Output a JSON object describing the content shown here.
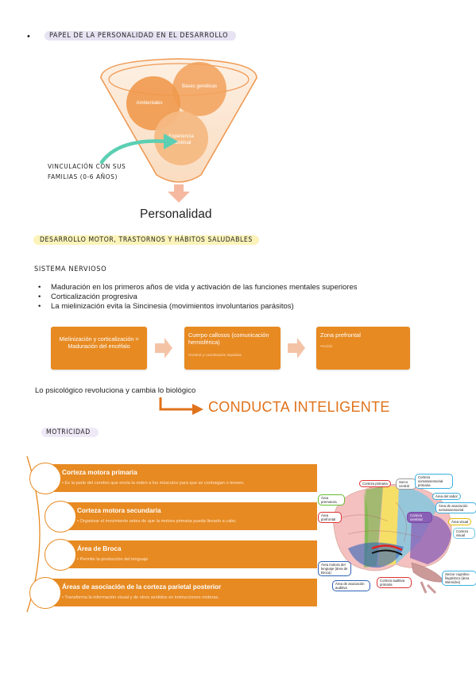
{
  "section1": {
    "bullet": "•",
    "title": "PAPEL DE LA PERSONALIDAD EN EL DESARROLLO",
    "funnel": {
      "circle_ambientales": "Ambientales",
      "circle_bases": "Bases genéticas",
      "circle_experiencia": "Experiencia individual",
      "result": "Personalidad"
    },
    "note": "VINCULACIÓN CON SUS FAMILIAS (0-6 AÑOS)"
  },
  "section2": {
    "title": "DESARROLLO MOTOR, TRASTORNOS Y HÁBITOS SALUDABLES",
    "subtitle": "SISTEMA NERVIOSO",
    "bullets": [
      "Maduración en los primeros años de vida y activación de las funciones mentales superiores",
      "Corticalización progresiva",
      "La mielinización evita la Sincinesia (movimientos involuntarios parásitos)"
    ],
    "process": {
      "box1": "Mielinización y corticalización = Maduración del encéfalo",
      "box2_title": "Cuerpo callosos (comunicación hemisférica)",
      "box2_sub": "•Control y coordinación impulsos",
      "box3_title": "Zona prefrontal",
      "box3_sub": "•Acción"
    },
    "quote": "Lo psicológico revoluciona y cambia lo biológico",
    "conclusion": "CONDUCTA INTELIGENTE"
  },
  "section3": {
    "title": "MOTRICIDAD",
    "rows": [
      {
        "title": "Corteza motora primaria",
        "sub": "• Es la parte del cerebro que envía la orden a los músculos para que se contraigan o tensen."
      },
      {
        "title": "Corteza motora secundaria",
        "sub": "• Organizar el movimiento antes de que la motora primaria pueda llevarlo a cabo."
      },
      {
        "title": "Área de Broca",
        "sub": "• Permite la producción del lenguaje"
      },
      {
        "title": "Áreas de asociación de la corteza parietal posterior",
        "sub": "• Transforma la información visual y de otros sentidos en instrucciones motoras."
      }
    ],
    "brain_labels": {
      "corteza_primaria": "Corteza primaria",
      "surco_central": "Surco central",
      "corteza_somatosensorial": "Corteza somatosensorial primaria",
      "area_premotora": "Área premotora",
      "area_prefrontal": "Área prefrontal",
      "area_sabor": "Área del sabor",
      "area_asociacion_somato": "Área de asociación somatosensorial",
      "area_visual": "Área visual",
      "corteza_visual": "Corteza visual",
      "corteza_cerebral": "Corteza cerebral",
      "area_motora_lenguaje": "Área motora del lenguaje (área de Broca)",
      "area_asociacion_auditiva": "Área de asociación auditiva",
      "corteza_auditiva": "Corteza auditiva primaria",
      "sector_cognitivo": "Sector cognitivo lingüístico (área Wernicke)"
    }
  }
}
